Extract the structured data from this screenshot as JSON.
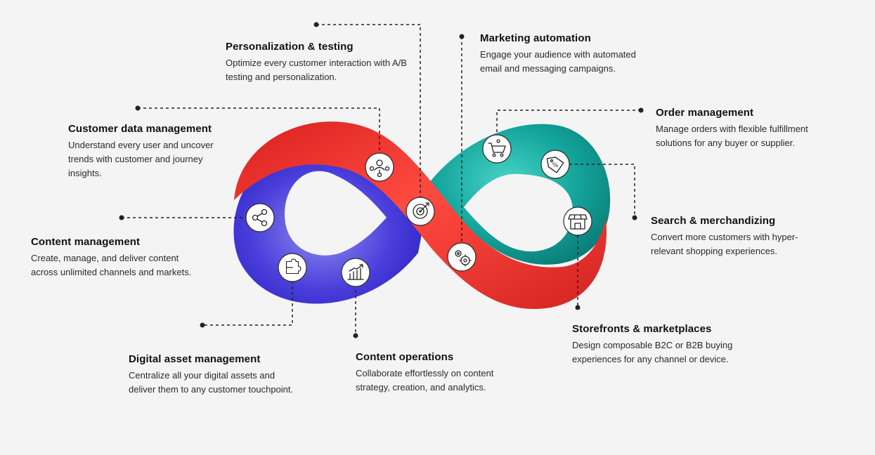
{
  "colors": {
    "background": "#f4f4f4",
    "blue_loop": "#3a2fd0",
    "red_band": "#e8312a",
    "teal_loop": "#119e96"
  },
  "capabilities": [
    {
      "id": "personalization",
      "icon": "user-network-icon",
      "title": "Personalization & testing",
      "description": "Optimize every customer interaction with A/B testing and personalization."
    },
    {
      "id": "marketing",
      "icon": "target-icon",
      "title": "Marketing automation",
      "description": "Engage your audience with automated email and messaging campaigns."
    },
    {
      "id": "order",
      "icon": "shopping-cart-icon",
      "title": "Order management",
      "description": "Manage orders with flexible fulfillment solutions for any buyer or supplier."
    },
    {
      "id": "customer-data",
      "icon": "user-network-icon",
      "title": "Customer data management",
      "description": "Understand every user and uncover trends with customer and journey insights."
    },
    {
      "id": "content-mgmt",
      "icon": "people-share-icon",
      "title": "Content management",
      "description": "Create, manage, and deliver content across unlimited channels and markets."
    },
    {
      "id": "search",
      "icon": "price-tag-icon",
      "title": "Search & merchandizing",
      "description": "Convert more customers with hyper-relevant shopping experiences."
    },
    {
      "id": "storefront",
      "icon": "storefront-icon",
      "title": "Storefronts & marketplaces",
      "description": "Design composable B2C or B2B buying experiences for any channel or device."
    },
    {
      "id": "dam",
      "icon": "puzzle-icon",
      "title": "Digital asset management",
      "description": "Centralize all your digital assets and deliver them to any customer touchpoint."
    },
    {
      "id": "content-ops",
      "icon": "growth-chart-icon",
      "title": "Content operations",
      "description": "Collaborate effortlessly on content strategy, creation, and analytics."
    },
    {
      "id": "gears",
      "icon": "gears-icon"
    }
  ]
}
